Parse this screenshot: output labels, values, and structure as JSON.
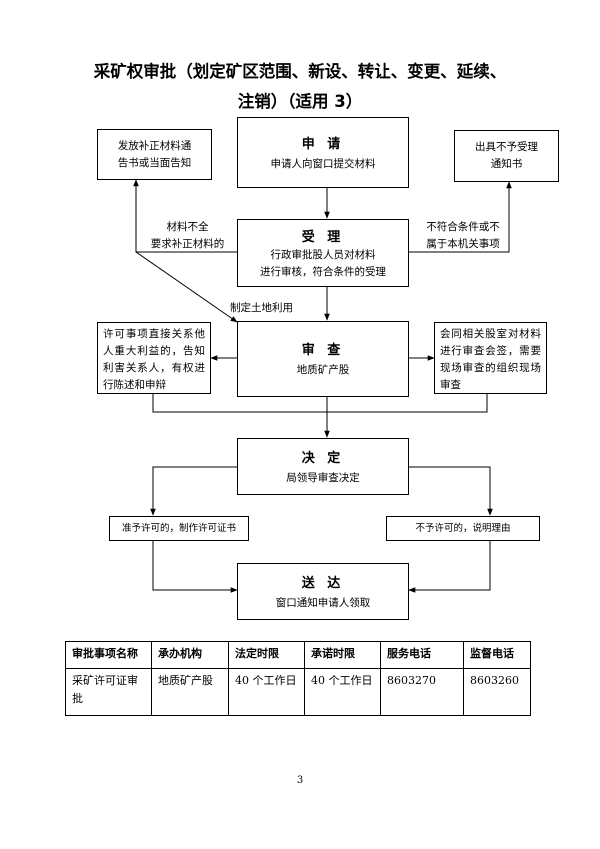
{
  "title": {
    "line1": "采矿权审批（划定矿区范围、新设、转让、变更、延续、",
    "line2": "注销）（适用 3）"
  },
  "flow": {
    "apply": {
      "title": "申 请",
      "desc": "申请人向窗口提交材料"
    },
    "accept": {
      "title": "受 理",
      "desc1": "行政审批股人员对材料",
      "desc2": "进行审核，符合条件的受理"
    },
    "review": {
      "title": "审 查",
      "desc": "地质矿产股"
    },
    "decide": {
      "title": "决 定",
      "desc": "局领导审查决定"
    },
    "deliver": {
      "title": "送 达",
      "desc": "窗口通知申请人领取"
    },
    "notice_supplement": {
      "line1": "发放补正材料通",
      "line2": "告书或当面告知"
    },
    "notice_reject": {
      "line1": "出具不予受理",
      "line2": "通知书"
    },
    "label_incomplete": {
      "line1": "材料不全",
      "line2": "要求补正材料的"
    },
    "label_nonconform": {
      "line1": "不符合条件或不",
      "line2": "属于本机关事项"
    },
    "label_landuse": "制定土地利用",
    "note_interest": "许可事项直接关系他人重大利益的，告知利害关系人，有权进行陈述和申辩",
    "note_joint": "会同相关股室对材料进行审查会签，需要现场审查的组织现场审查",
    "label_approve": "准予许可的，制作许可证书",
    "label_deny": "不予许可的，说明理由"
  },
  "table": {
    "headers": [
      "审批事项名称",
      "承办机构",
      "法定时限",
      "承诺时限",
      "服务电话",
      "监督电话"
    ],
    "row": [
      "采矿许可证审批",
      "地质矿产股",
      "40 个工作日",
      "40 个工作日",
      "8603270",
      "8603260"
    ]
  },
  "page_number": "3"
}
